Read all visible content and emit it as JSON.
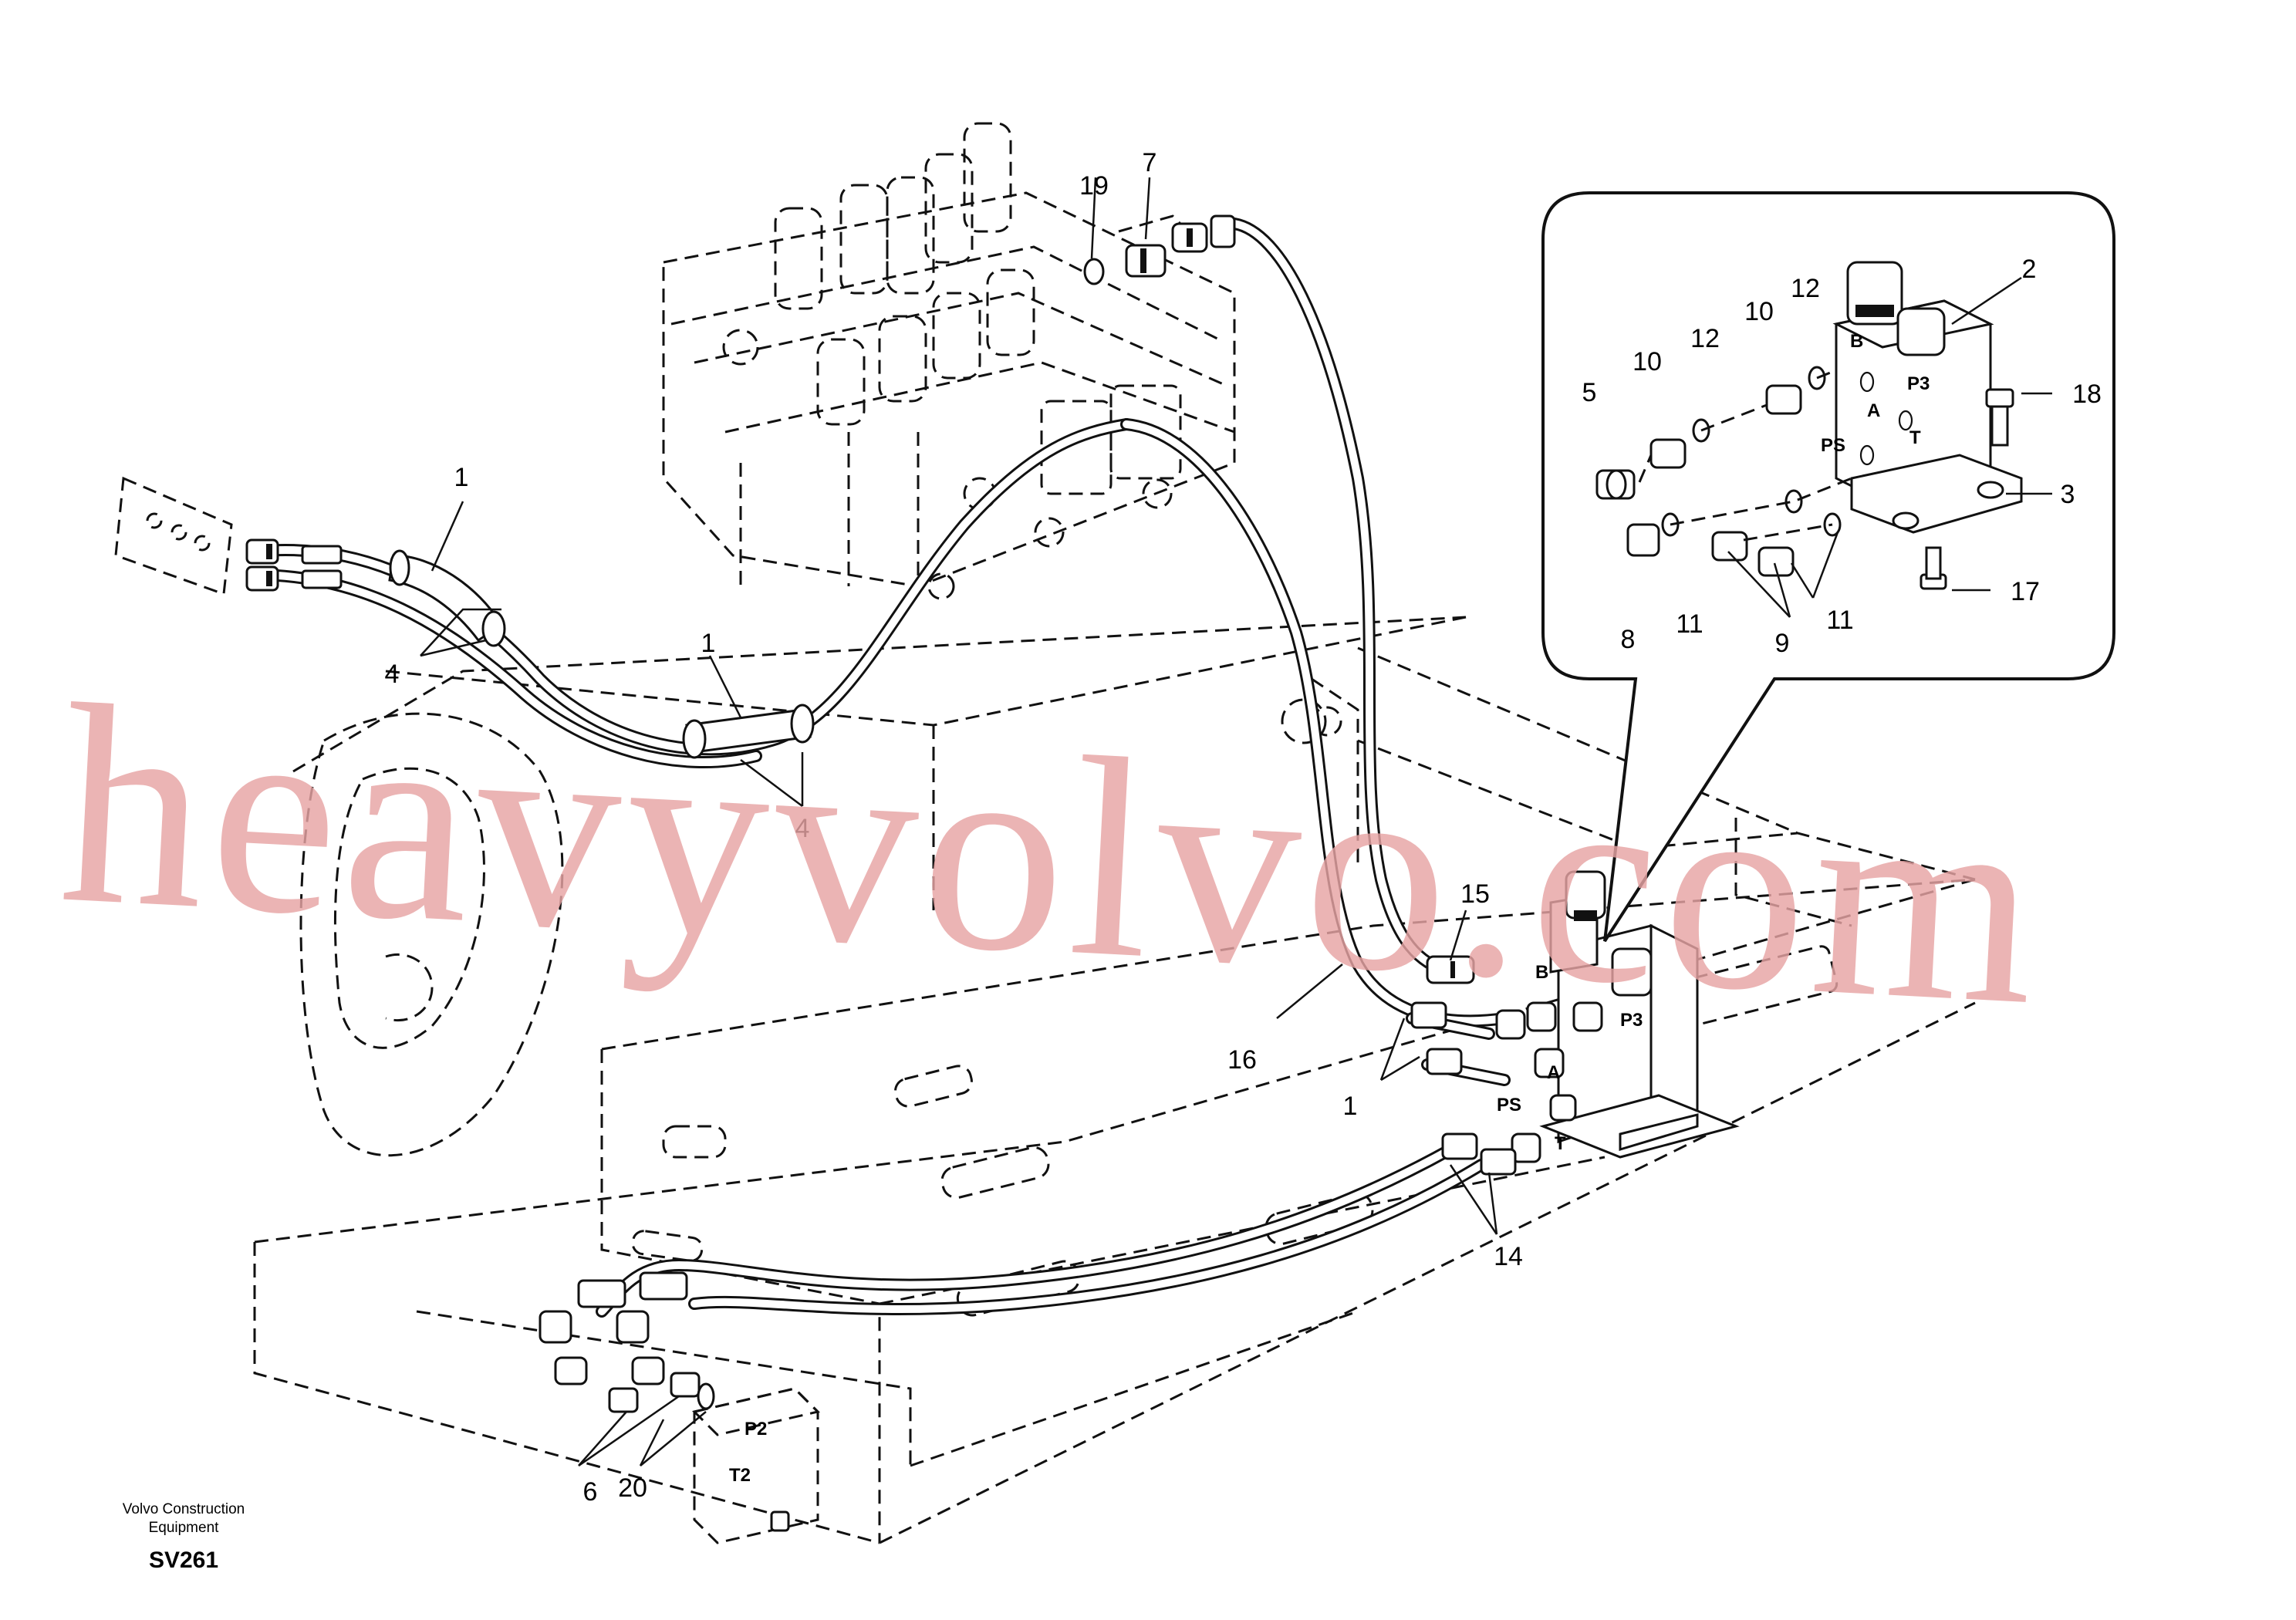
{
  "callouts": [
    {
      "id": "c1a",
      "text": "1"
    },
    {
      "id": "c1b",
      "text": "1"
    },
    {
      "id": "c1c",
      "text": "1"
    },
    {
      "id": "c2",
      "text": "2"
    },
    {
      "id": "c3",
      "text": "3"
    },
    {
      "id": "c4a",
      "text": "4"
    },
    {
      "id": "c4b",
      "text": "4"
    },
    {
      "id": "c5",
      "text": "5"
    },
    {
      "id": "c6",
      "text": "6"
    },
    {
      "id": "c7",
      "text": "7"
    },
    {
      "id": "c8",
      "text": "8"
    },
    {
      "id": "c9",
      "text": "9"
    },
    {
      "id": "c10a",
      "text": "10"
    },
    {
      "id": "c10b",
      "text": "10"
    },
    {
      "id": "c11a",
      "text": "11"
    },
    {
      "id": "c11b",
      "text": "11"
    },
    {
      "id": "c12a",
      "text": "12"
    },
    {
      "id": "c12b",
      "text": "12"
    },
    {
      "id": "c14",
      "text": "14"
    },
    {
      "id": "c15",
      "text": "15"
    },
    {
      "id": "c16",
      "text": "16"
    },
    {
      "id": "c17",
      "text": "17"
    },
    {
      "id": "c18",
      "text": "18"
    },
    {
      "id": "c19",
      "text": "19"
    },
    {
      "id": "c20",
      "text": "20"
    }
  ],
  "ports": {
    "detail": {
      "b": "B",
      "p3": "P3",
      "a": "A",
      "ps": "PS",
      "t": "T"
    },
    "main": {
      "b": "B",
      "p3": "P3",
      "a": "A",
      "ps": "PS",
      "t": "T"
    },
    "swivel": {
      "p2": "P2",
      "t2": "T2"
    }
  },
  "footer": {
    "company_line1": "Volvo Construction",
    "company_line2": "Equipment",
    "code": "SV261"
  },
  "watermark": {
    "text": "heavyvolvo.com",
    "color": "#e7a3a3"
  }
}
